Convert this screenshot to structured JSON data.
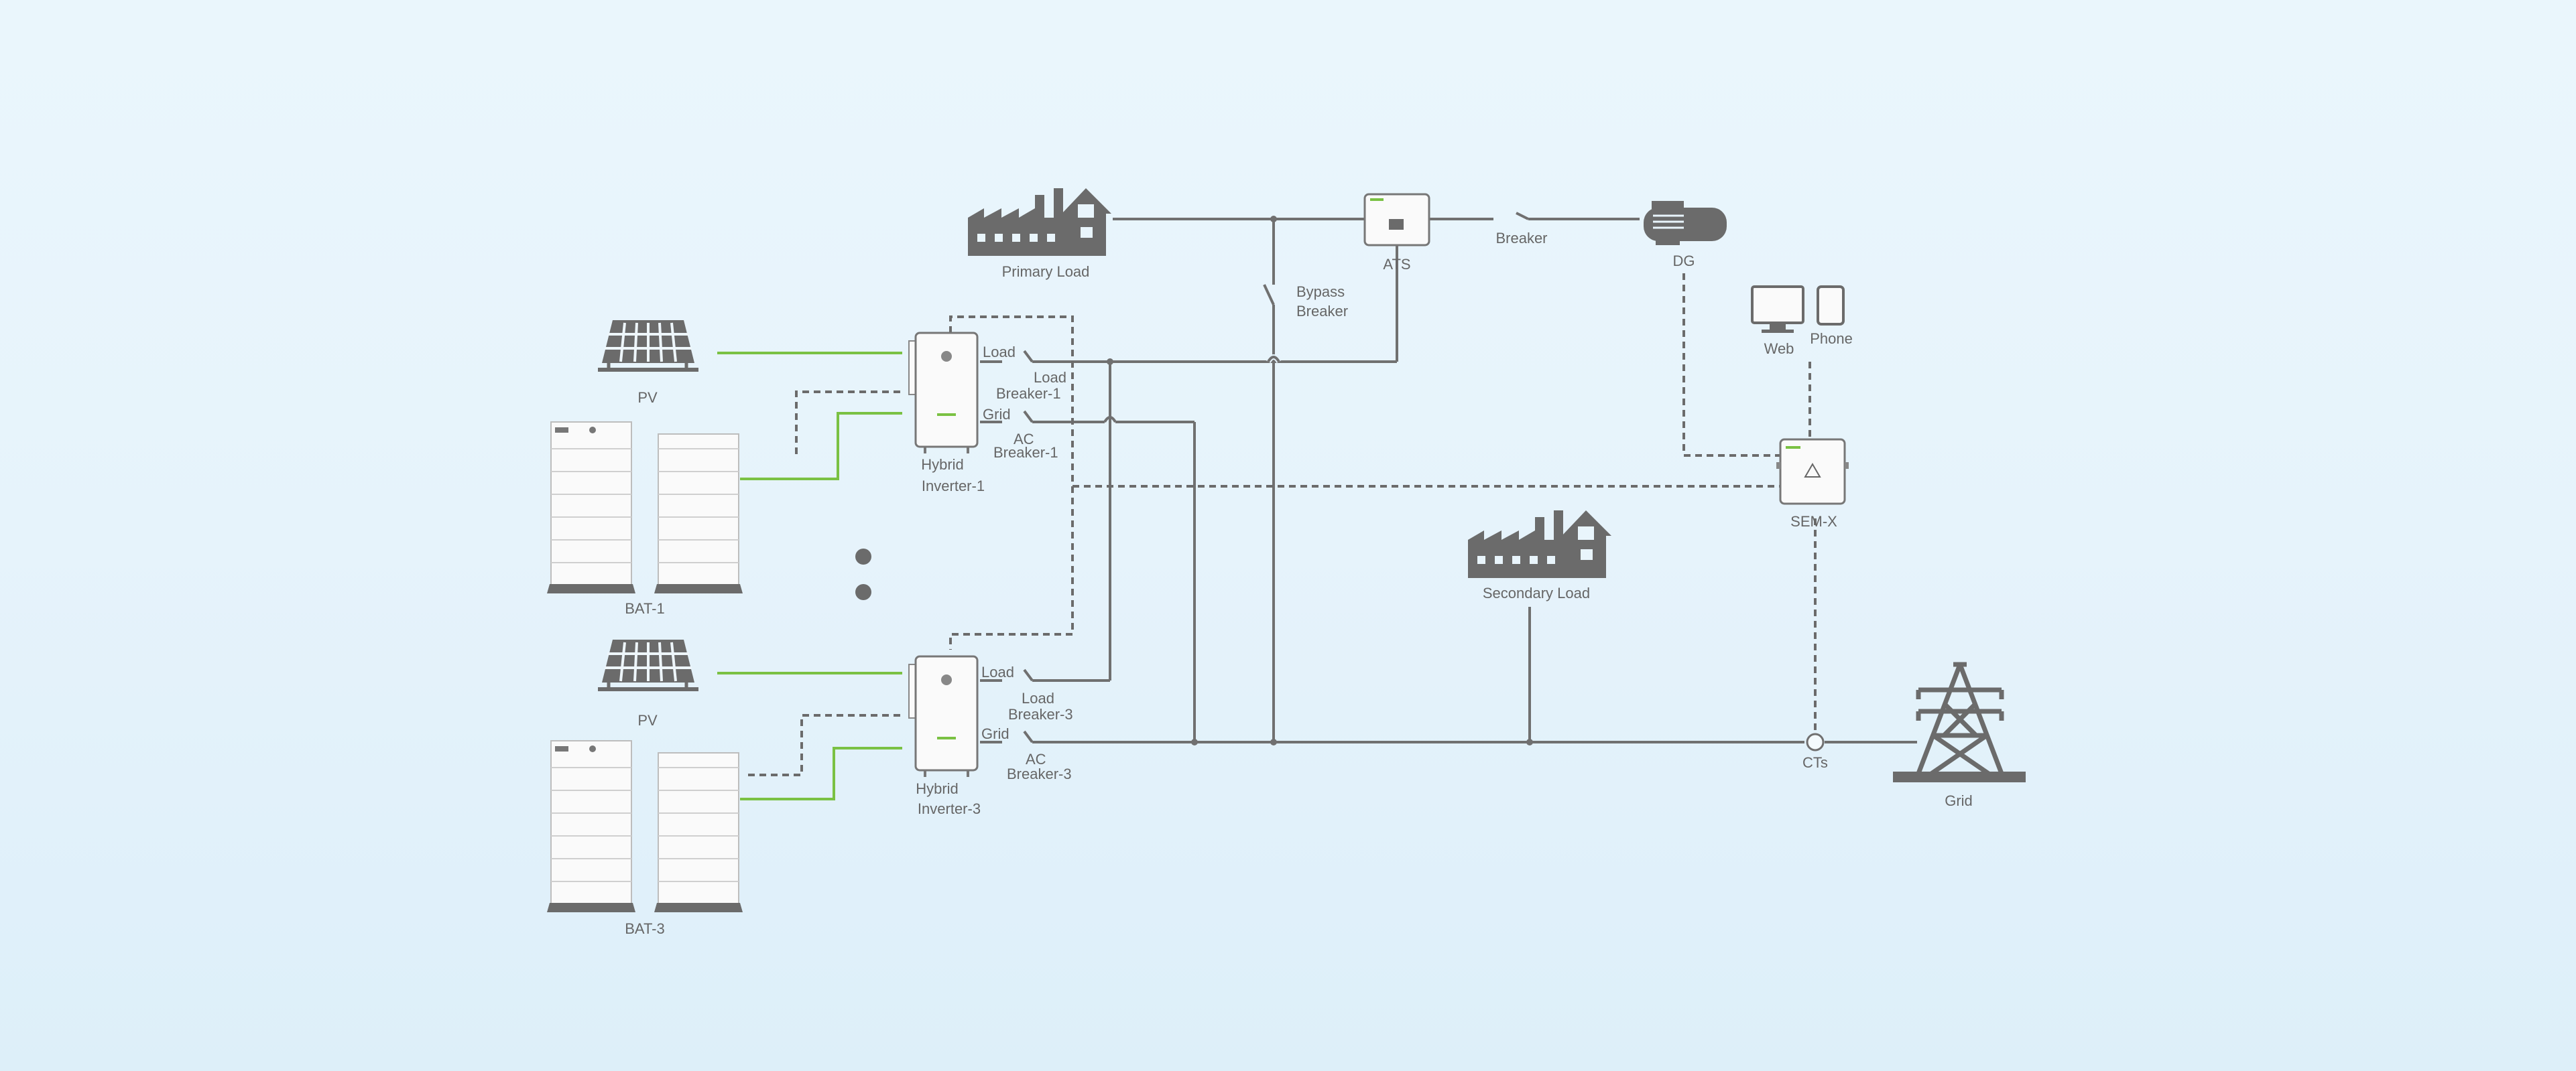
{
  "colors": {
    "line": "#707070",
    "pv_link": "#7ac143",
    "icon": "#6b6b6b",
    "background": "#e6f3fb"
  },
  "labels": {
    "primary_load": "Primary Load",
    "secondary_load": "Secondary Load",
    "ats": "ATS",
    "breaker": "Breaker",
    "dg": "DG",
    "bypass_1": "Bypass",
    "bypass_2": "Breaker",
    "web": "Web",
    "phone": "Phone",
    "sem": "SEM-X",
    "cts": "CTs",
    "grid": "Grid"
  },
  "inverters": [
    {
      "pv": "PV",
      "bat": "BAT-1",
      "name_1": "Hybrid",
      "name_2": "Inverter-1",
      "port_load": "Load",
      "port_grid": "Grid",
      "load_breaker_1": "Load",
      "load_breaker_2": "Breaker-1",
      "ac_breaker_1": "AC",
      "ac_breaker_2": "Breaker-1"
    },
    {
      "pv": "PV",
      "bat": "BAT-3",
      "name_1": "Hybrid",
      "name_2": "Inverter-3",
      "port_load": "Load",
      "port_grid": "Grid",
      "load_breaker_1": "Load",
      "load_breaker_2": "Breaker-3",
      "ac_breaker_1": "AC",
      "ac_breaker_2": "Breaker-3"
    }
  ],
  "icons": [
    "solar-panel-icon",
    "battery-rack-icon",
    "hybrid-inverter-icon",
    "factory-house-icon",
    "ats-box-icon",
    "generator-icon",
    "monitor-icon",
    "phone-icon",
    "sem-meter-icon",
    "transmission-tower-icon"
  ]
}
